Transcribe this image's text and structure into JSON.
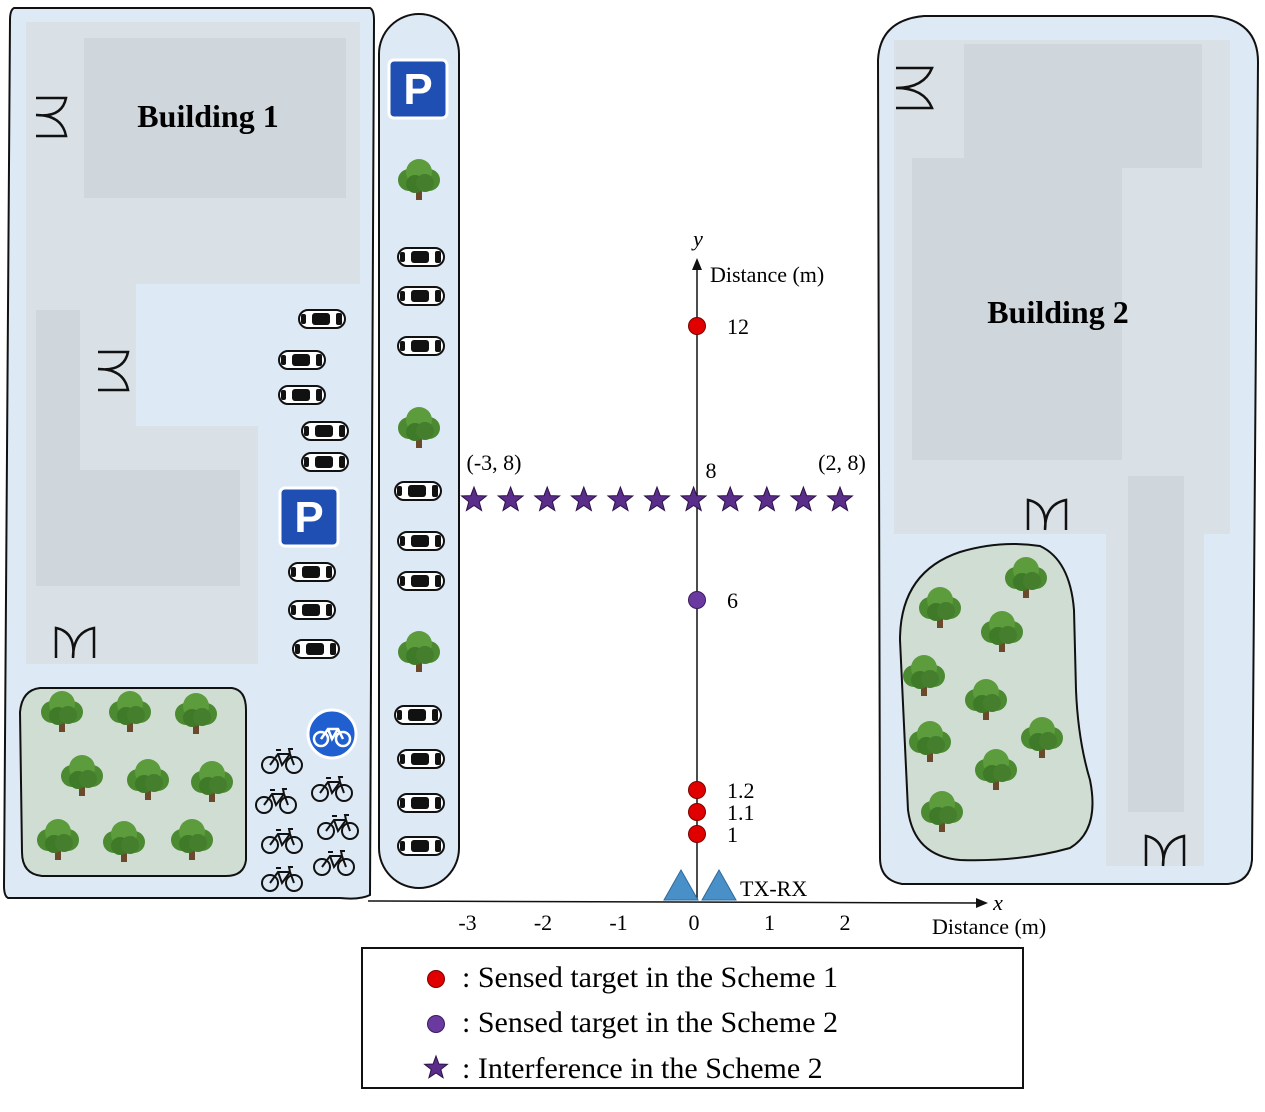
{
  "buildings": {
    "building1": "Building 1",
    "building2": "Building 2"
  },
  "parking": {
    "sign_letter": "P"
  },
  "axes": {
    "x_name": "x",
    "y_name": "y",
    "x_label": "Distance (m)",
    "y_label": "Distance (m)",
    "x_ticks": [
      "-3",
      "-2",
      "-1",
      "0",
      "1",
      "2"
    ]
  },
  "points": {
    "scheme1": [
      {
        "y": 12,
        "label": "12"
      },
      {
        "y": 1.2,
        "label": "1.2"
      },
      {
        "y": 1.1,
        "label": "1.1"
      },
      {
        "y": 1,
        "label": "1"
      }
    ],
    "scheme2": [
      {
        "y": 6,
        "label": "6"
      }
    ]
  },
  "interference": {
    "y": 8,
    "x_start": -3,
    "x_end": 2,
    "count": 11,
    "center_label": "8",
    "left_label": "(-3, 8)",
    "right_label": "(2, 8)"
  },
  "txrx_label": "TX-RX",
  "legend": [
    {
      "symbol": "red-dot",
      "text": ": Sensed target in the Scheme 1"
    },
    {
      "symbol": "purple-dot",
      "text": ": Sensed target in the Scheme 2"
    },
    {
      "symbol": "star",
      "text": ": Interference in the Scheme 2"
    }
  ],
  "colors": {
    "scheme1": "#e00000",
    "scheme2": "#6b3aa0",
    "star": "#5b2d8a",
    "region": "#dde9f4",
    "building": "#d6dde3",
    "park": "#cfddd3",
    "antenna": "#4a90c8",
    "parking_sign": "#1f4fb3"
  }
}
